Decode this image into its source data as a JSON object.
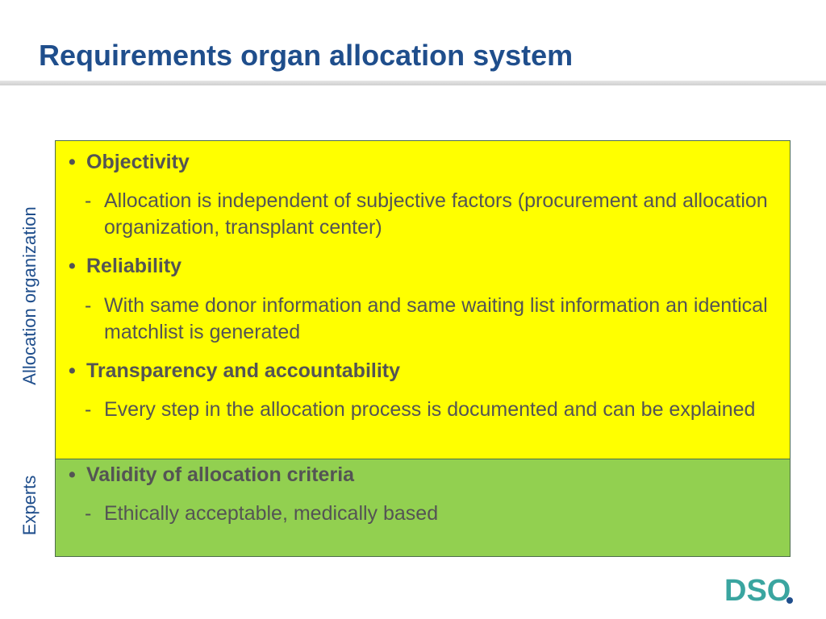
{
  "slide": {
    "title": "Requirements organ allocation system",
    "side_labels": {
      "allocation": "Allocation organization",
      "experts": "Experts"
    },
    "yellow_items": [
      {
        "type": "bullet",
        "mark": "•",
        "text": "Objectivity"
      },
      {
        "type": "sub",
        "mark": "-",
        "text": "Allocation is independent of subjective factors (procurement and allocation organization, transplant center)"
      },
      {
        "type": "bullet",
        "mark": "•",
        "text": "Reliability"
      },
      {
        "type": "sub",
        "mark": "-",
        "text": "With same donor information and same waiting list information an identical matchlist is generated"
      },
      {
        "type": "bullet",
        "mark": "•",
        "text": "Transparency and accountability"
      },
      {
        "type": "sub",
        "mark": "-",
        "text": "Every step in the allocation process is documented and can be explained"
      }
    ],
    "green_items": [
      {
        "type": "bullet",
        "mark": "•",
        "text": "Validity of allocation criteria"
      },
      {
        "type": "sub",
        "mark": "-",
        "text": "Ethically acceptable, medically based"
      }
    ],
    "colors": {
      "title": "#1f4e8c",
      "yellow_box": "#ffff00",
      "green_box": "#92d050",
      "logo": "#3aa5a0"
    },
    "logo": {
      "text": "DSO",
      "icon": "dso-logo-icon"
    }
  }
}
